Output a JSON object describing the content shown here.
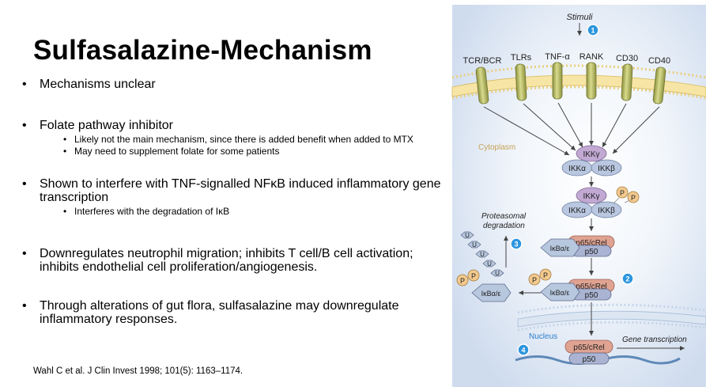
{
  "slide": {
    "title": "Sulfasalazine-Mechanism",
    "citation": "Wahl C et al. J Clin Invest 1998; 101(5): 1163–1174."
  },
  "bullets": [
    {
      "text": "Mechanisms unclear",
      "sub": []
    },
    {
      "text": "Folate pathway inhibitor",
      "sub": [
        "Likely not the main mechanism, since there is added benefit when added to MTX",
        "May need to supplement folate for some patients"
      ]
    },
    {
      "text": "Shown to interfere with TNF-signalled NFκB induced inflammatory gene transcription",
      "sub": [
        "Interferes with the degradation of IκB"
      ]
    },
    {
      "text": "Downregulates neutrophil migration; inhibits T cell/B cell activation; inhibits endothelial cell proliferation/angiogenesis.",
      "sub": []
    },
    {
      "text": "Through alterations of gut flora, sulfasalazine may downregulate inflammatory responses.",
      "sub": []
    }
  ],
  "diagram": {
    "stimuli": "Stimuli",
    "receptors": [
      "TCR/BCR",
      "TLRs",
      "TNF-α",
      "RANK",
      "CD30",
      "CD40"
    ],
    "cytoplasm": "Cytoplasm",
    "nucleus": "Nucleus",
    "ikk_gamma": "IKKγ",
    "ikk_alpha": "IKKα",
    "ikk_beta": "IKKβ",
    "p_label": "P",
    "u_label": "U",
    "p65": "p65/cRel",
    "p50": "p50",
    "ikb": "IκBα/ε",
    "proteasomal": "Proteasomal",
    "degradation": "degradation",
    "gene_transcription": "Gene transcription",
    "steps": [
      "1",
      "2",
      "3",
      "4"
    ],
    "colors": {
      "background": "#dfe8f4",
      "membrane": "#f7e5a6",
      "receptor": "#b5b95c",
      "ikk_gamma": "#c2a9d3",
      "ikk_ab": "#b9c7e0",
      "phospho": "#f3ca8e",
      "p65": "#e0a392",
      "p50": "#aab4d2",
      "ikb": "#b7c8de",
      "step_badge": "#2c95dd",
      "dna": "#5f89b8"
    }
  }
}
